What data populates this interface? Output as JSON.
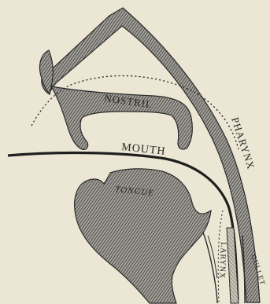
{
  "diagram": {
    "labels": {
      "nostril": "NOSTRIL",
      "mouth": "MOUTH",
      "tongue": "TONGUE",
      "pharynx": "PHARYNX",
      "larynx": "LARYNX",
      "gullet": "GULLET"
    },
    "colors": {
      "paper": "#ece7d4",
      "ink": "#2b2b2b",
      "hatch": "#4f4f4f",
      "hatch_light": "#8a8a84"
    }
  }
}
